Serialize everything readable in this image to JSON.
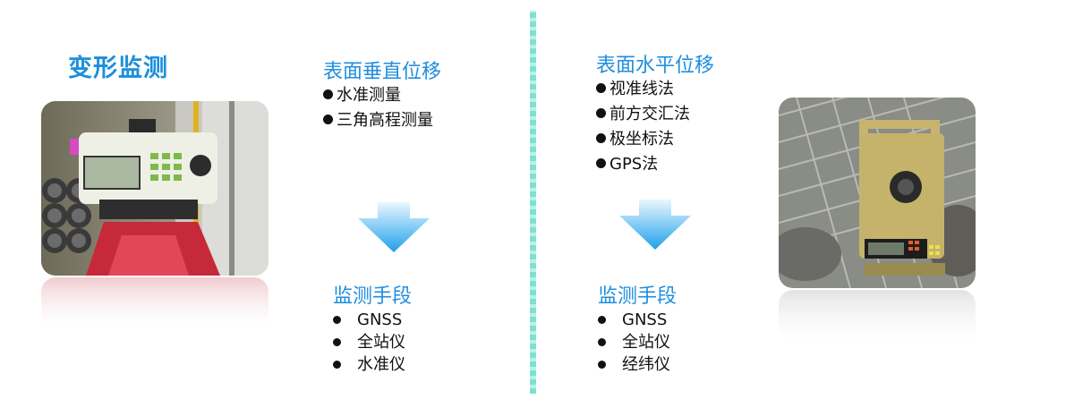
{
  "title": "变形监测",
  "vertical": {
    "heading": "表面垂直位移",
    "methods": [
      "水准测量",
      "三角高程测量"
    ],
    "means_heading": "监测手段",
    "means": [
      "GNSS",
      "全站仪",
      "水准仪"
    ]
  },
  "horizontal": {
    "heading": "表面水平位移",
    "methods": [
      "视准线法",
      "前方交汇法",
      "极坐标法",
      "GPS法"
    ],
    "means_heading": "监测手段",
    "means": [
      "GNSS",
      "全站仪",
      "经纬仪"
    ]
  },
  "colors": {
    "accent": "#1f8ee0",
    "divider": "#7fe0d0",
    "arrow_top": "#dff3ff",
    "arrow_bottom": "#2aa8ec"
  }
}
